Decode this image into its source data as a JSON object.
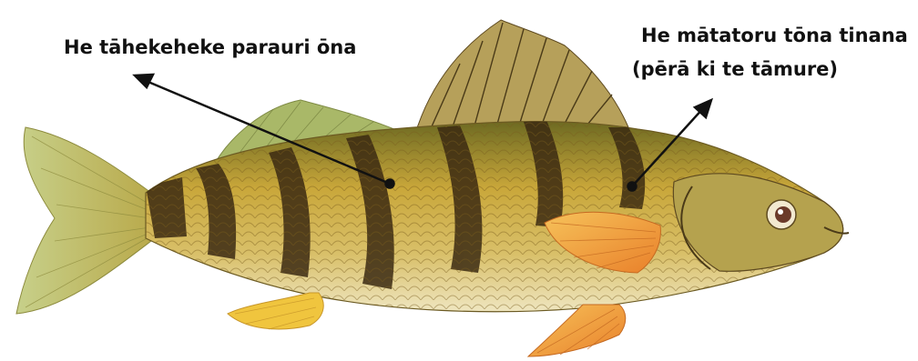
{
  "labels": {
    "stripes": "He tāhekeheke parauri ōna",
    "body_line1": "He mātatoru tōna tinana",
    "body_line2": "(pērā ki te tāmure)"
  },
  "colors": {
    "body_yellow": "#c9a73a",
    "belly": "#efe6c0",
    "stripe": "#3b2a12",
    "fin_orange": "#f2a23a",
    "fin_green": "#a9b868",
    "arrow": "#111111"
  }
}
